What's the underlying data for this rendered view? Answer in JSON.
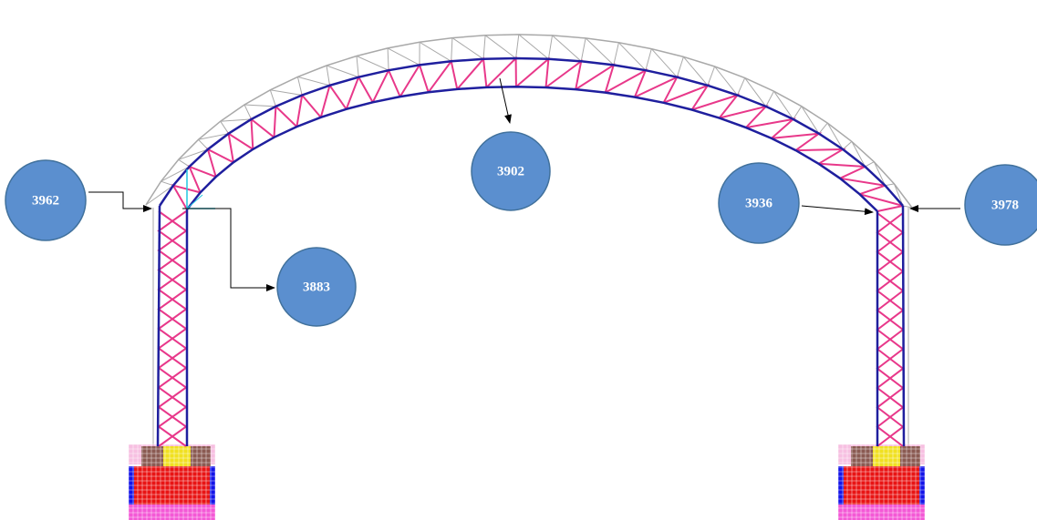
{
  "colors": {
    "chord": "#1f1f9e",
    "web": "#e8388a",
    "outer_frame": "#a9a9a9",
    "node_fill": "#5b8fcf",
    "node_stroke": "#41719c",
    "axis": "#21c7e0",
    "footing_pink": "#f08cc8",
    "footing_magenta": "#f020c8",
    "footing_red": "#e81414",
    "footing_brown": "#8a5a52",
    "footing_yellow": "#f0e020",
    "footing_blue": "#1414e8"
  },
  "nodes": [
    {
      "id": "node-3962",
      "label": "3962"
    },
    {
      "id": "node-3902",
      "label": "3902"
    },
    {
      "id": "node-3883",
      "label": "3883"
    },
    {
      "id": "node-3936",
      "label": "3936"
    },
    {
      "id": "node-3978",
      "label": "3978"
    }
  ]
}
